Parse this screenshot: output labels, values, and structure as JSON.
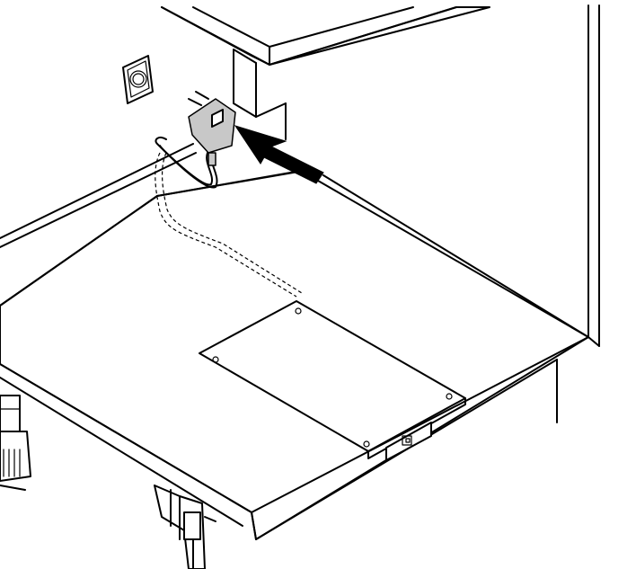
{
  "figure": {
    "type": "assembly-illustration",
    "colors": {
      "line": "#000000",
      "background": "#ffffff",
      "adapter_fill": "#c8c8c8",
      "arrow_fill": "#000000"
    },
    "parts": [
      "wall-outlet-icon",
      "power-adapter",
      "adapter-cable",
      "hidden-cable-route",
      "insert-arrow",
      "cabinet-top-panel",
      "electronics-cover-plate",
      "connector-socket",
      "height-adjustable-feet"
    ],
    "labels": []
  }
}
